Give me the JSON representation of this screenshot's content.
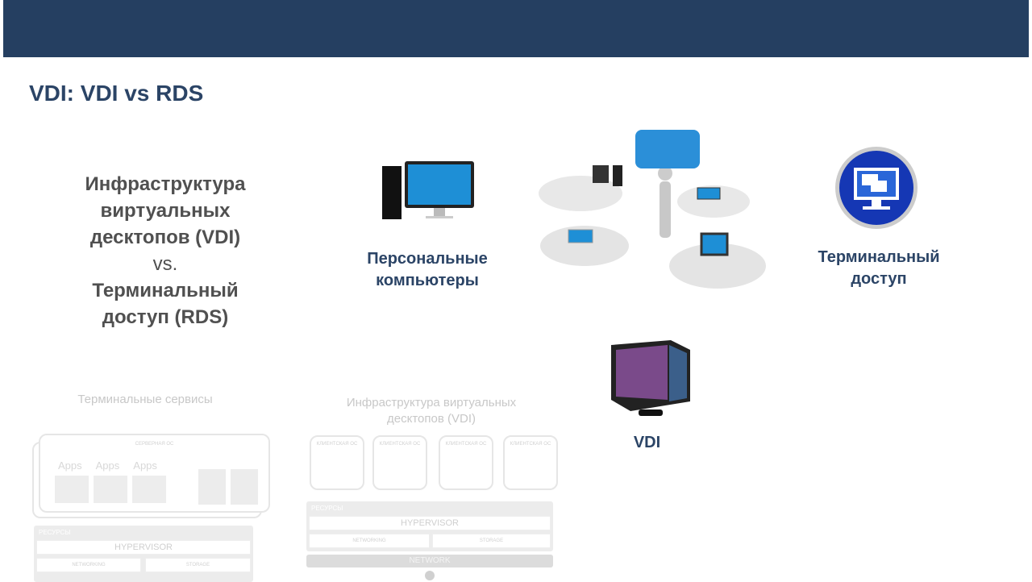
{
  "slide": {
    "title": "VDI: VDI vs RDS"
  },
  "left_text": {
    "line1": "Инфраструктура",
    "line2": "виртуальных",
    "line3": "десктопов (VDI)",
    "vs": "vs.",
    "line4": "Терминальный",
    "line5": "доступ (RDS)"
  },
  "captions": {
    "pc_line1": "Персональные",
    "pc_line2": "компьютеры",
    "terminal_line1": "Терминальный",
    "terminal_line2": "доступ",
    "vdi": "VDI"
  },
  "rds_diagram": {
    "title": "Терминальные сервисы",
    "server_os": "СЕРВЕРНАЯ ОС",
    "apps": [
      "Apps",
      "Apps",
      "Apps"
    ],
    "resources": "РЕСУРСЫ",
    "hypervisor": "HYPERVISOR",
    "networking": "NETWORKING",
    "storage": "STORAGE"
  },
  "vdi_diagram": {
    "title_line1": "Инфраструктура виртуальных",
    "title_line2": "десктопов (VDI)",
    "client_os": [
      "КЛИЕНТСКАЯ ОС",
      "КЛИЕНТСКАЯ ОС",
      "КЛИЕНТСКАЯ ОС",
      "КЛИЕНТСКАЯ ОС"
    ],
    "resources": "РЕСУРСЫ",
    "hypervisor": "HYPERVISOR",
    "networking": "NETWORKING",
    "storage": "STORAGE",
    "network": "NETWORK"
  },
  "colors": {
    "header": "#253f61",
    "title": "#2b4466",
    "caption": "#2b4466"
  }
}
